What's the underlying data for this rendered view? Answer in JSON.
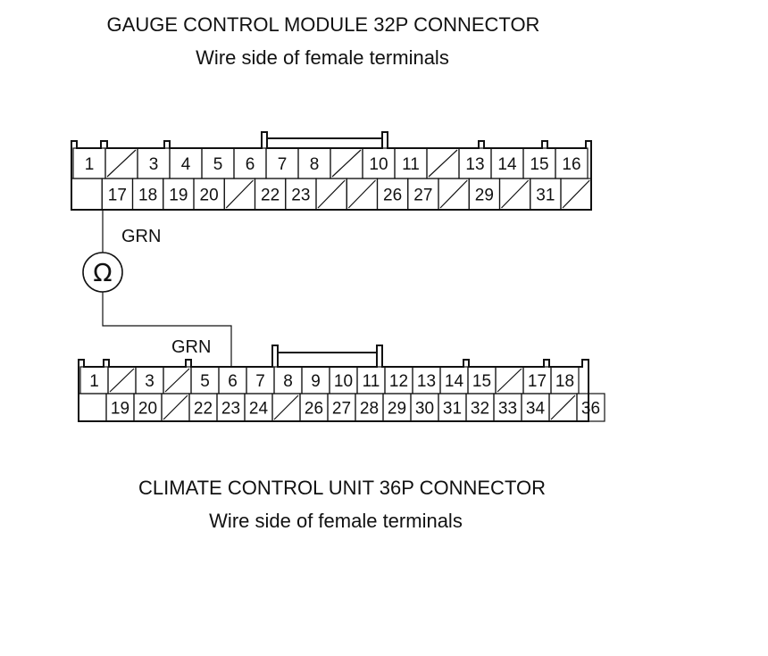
{
  "connector_top": {
    "title": "GAUGE CONTROL MODULE 32P CONNECTOR",
    "subtitle": "Wire side of female terminals",
    "row1": [
      "1",
      "/",
      "3",
      "4",
      "5",
      "6",
      "7",
      "8",
      "/",
      "10",
      "11",
      "/",
      "13",
      "14",
      "15",
      "16"
    ],
    "row2": [
      "",
      "17",
      "18",
      "19",
      "20",
      "/",
      "22",
      "23",
      "/",
      "/",
      "26",
      "27",
      "/",
      "29",
      "/",
      "31",
      "/"
    ]
  },
  "connector_bottom": {
    "title": "CLIMATE CONTROL UNIT 36P CONNECTOR",
    "subtitle": "Wire side of female terminals",
    "row1": [
      "1",
      "/",
      "3",
      "/",
      "5",
      "6",
      "7",
      "8",
      "9",
      "10",
      "11",
      "12",
      "13",
      "14",
      "15",
      "/",
      "17",
      "18"
    ],
    "row2": [
      "",
      "19",
      "20",
      "/",
      "22",
      "23",
      "24",
      "/",
      "26",
      "27",
      "28",
      "29",
      "30",
      "31",
      "32",
      "33",
      "34",
      "/",
      "36"
    ]
  },
  "wire": {
    "top_label": "GRN",
    "bottom_label": "GRN",
    "meter_symbol": "Ω"
  }
}
